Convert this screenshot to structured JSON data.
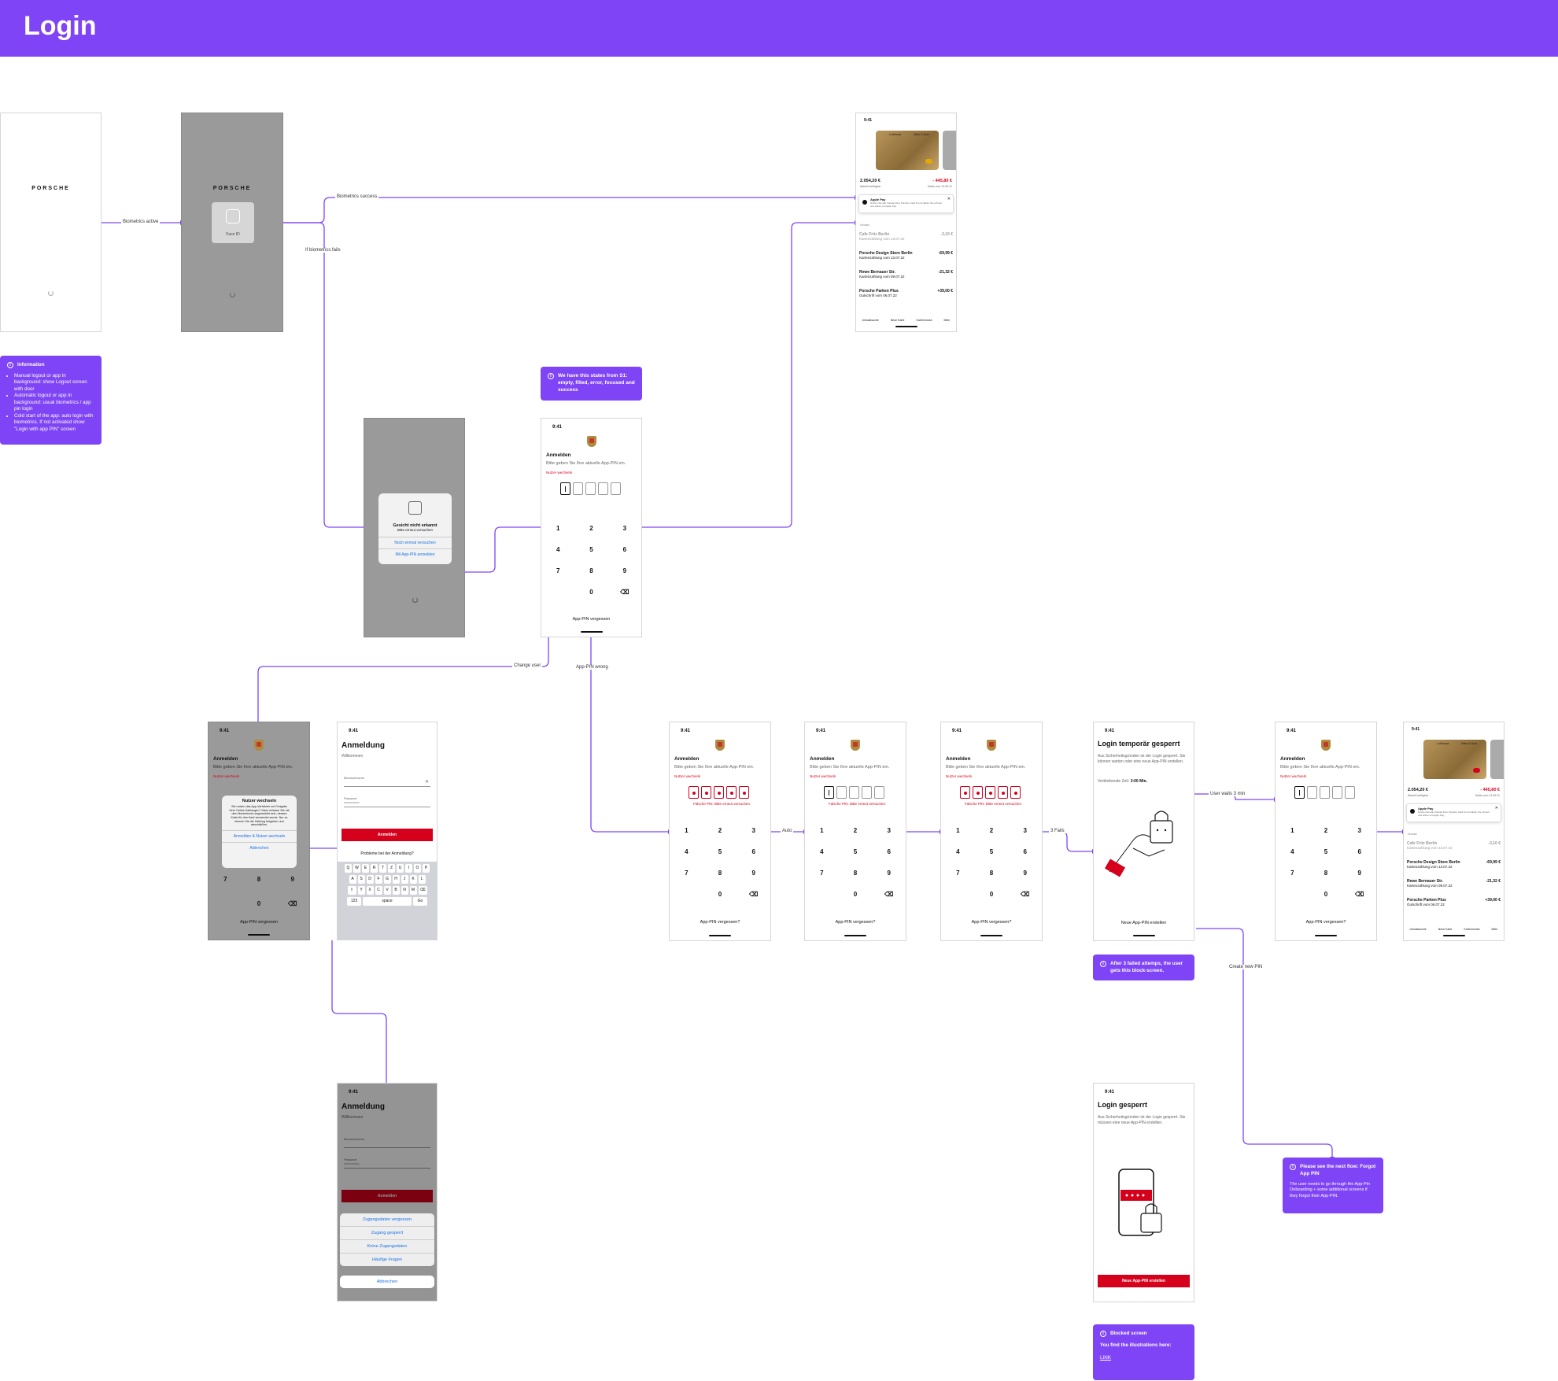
{
  "page_title": "Login",
  "logo_text": "PORSCHE",
  "time": "9:41",
  "face_id_label": "Face ID",
  "connector_labels": {
    "biometrics_active": "Biometrics active",
    "biometrics_success": "Biometrics success",
    "biometrics_fails": "If biometrics fails",
    "change_user": "Change user",
    "app_pin_wrong": "App-PIN wrong",
    "auto": "Auto",
    "three_fails": "3 Fails",
    "user_waits": "User waits 3 min",
    "create_new_pin": "Create new PIN"
  },
  "notes": {
    "information": {
      "title": "Information",
      "items": [
        "Manual logout or app in background: show Logout screen with door",
        "Automatic logout or app in background: usual biometrics / app pin login",
        "Cold start of the app: auto login with biometrics. If not activated show \"Login with app PIN\" screen"
      ]
    },
    "states": "We have this states from S1: empty, filled, error, focused and success",
    "failed": "After 3 failed attemps, the user gets this block-screen.",
    "forgot": {
      "title": "Please see the next flow: Forgot App PIN",
      "body": "The user needs to go through the App-Pin Onboarding + some additional screens if they forgot their App-PIN."
    },
    "blocked": {
      "title": "Blocked screen",
      "body": "You find the illustrations here:",
      "link": "LINK"
    }
  },
  "biometric_alert": {
    "title": "Gesicht nicht erkannt",
    "subtitle": "Bitte erneut versuchen",
    "retry": "Noch einmal versuchen",
    "pin": "Mit App-PIN anmelden"
  },
  "pin_screen": {
    "title": "Anmelden",
    "subtitle": "Bitte geben Sie Ihre aktuelle App-PIN ein.",
    "change_user": "Nutzer wechseln",
    "error": "Falsche PIN. Bitte erneut versuchen.",
    "forgot": "App-PIN vergessen",
    "forgot_q": "App-PIN vergessen?",
    "keys": [
      "1",
      "2",
      "3",
      "4",
      "5",
      "6",
      "7",
      "8",
      "9",
      "",
      "0",
      "⌫"
    ]
  },
  "change_user_dialog": {
    "title": "Nutzer wechseln",
    "body": "Sie nutzen das App-Verfahren zur Freigabe Ihrer Online-Zahlungen? Dann müssen Sie mit dem Nutzerkonto angemeldet sein, dessen Karte für den Kauf verwendet wurde. Nur so können Sie die Zahlung freigeben und abschließen.",
    "confirm": "Anmelden & Nutzer wechseln",
    "cancel": "Abbrechen"
  },
  "anmeldung": {
    "title": "Anmeldung",
    "subtitle": "Willkommen",
    "user_label": "Benutzername",
    "password_label": "Passwort",
    "password_value": "••••••••••••••",
    "button": "Anmelden",
    "problems": "Probleme bei der Anmeldung?",
    "keyboard_rows": [
      [
        "Q",
        "W",
        "E",
        "R",
        "T",
        "Z",
        "U",
        "I",
        "O",
        "P"
      ],
      [
        "A",
        "S",
        "D",
        "F",
        "G",
        "H",
        "J",
        "K",
        "L"
      ],
      [
        "Y",
        "X",
        "C",
        "V",
        "B",
        "N",
        "M"
      ]
    ],
    "kb_num": "123",
    "kb_space": "space",
    "kb_go": "Go",
    "sheet": [
      "Zugangsdaten vergessen",
      "Zugang gesperrt",
      "Keine Zugangsdaten",
      "Häufige Fragen"
    ],
    "sheet_cancel": "Abbrechen"
  },
  "home": {
    "card_brand": "Lufthansa",
    "card_brand2": "Miles & More",
    "balance": "2.054,20 €",
    "balance_label": "Aktuell verfügbar",
    "spent": "- 445,80 €",
    "spent_label": "Saldo vom 12.05.21",
    "apple_pay_title": "Apple Pay",
    "apple_pay_body": "Nutzen Sie alle Vorteile Ihrer Porsche Card 8 und zahlen Sie schnell und sicher mit Apple Pay.",
    "section": "Umsatz",
    "transactions": [
      {
        "name": "Cafe Fritz Berlin",
        "sub": "Kartenzahlung vom 13.07.22",
        "amount": "-3,10 €",
        "note": "Vorgemerkt"
      },
      {
        "name": "Porsche Design Store Berlin",
        "sub": "Kartenzahlung vom 13.07.22",
        "amount": "-69,99 €",
        "note": ""
      },
      {
        "name": "Rewe Bernauer Str.",
        "sub": "Kartenzahlung vom 09.07.22",
        "amount": "-21,32 €",
        "note": ""
      },
      {
        "name": "Porsche Parken Plus",
        "sub": "Gutschrift vom 06.07.22",
        "amount": "+39,00 €",
        "note": ""
      }
    ],
    "tabs": [
      "Umsatzsuche",
      "Neue Karte",
      "Kartenmodul",
      "Mehr"
    ]
  },
  "blocked_temp": {
    "title": "Login temporär gesperrt",
    "body": "Aus Sicherheitsgründen ist der Login gesperrt. Sie können warten oder eine neue App-PIN erstellen.",
    "remaining_label": "Verbleibende Zeit:",
    "remaining_value": "3:00 Min.",
    "cta": "Neue App-PIN erstellen"
  },
  "blocked": {
    "title": "Login gesperrt",
    "body": "Aus Sicherheitsgründen ist der Login gesperrt. Sie müssen eine neue App-PIN erstellen.",
    "cta": "Neue App-PIN erstellen"
  },
  "colors": {
    "accent": "#7F44F5",
    "danger": "#D5001C",
    "link": "#1A73E8"
  }
}
